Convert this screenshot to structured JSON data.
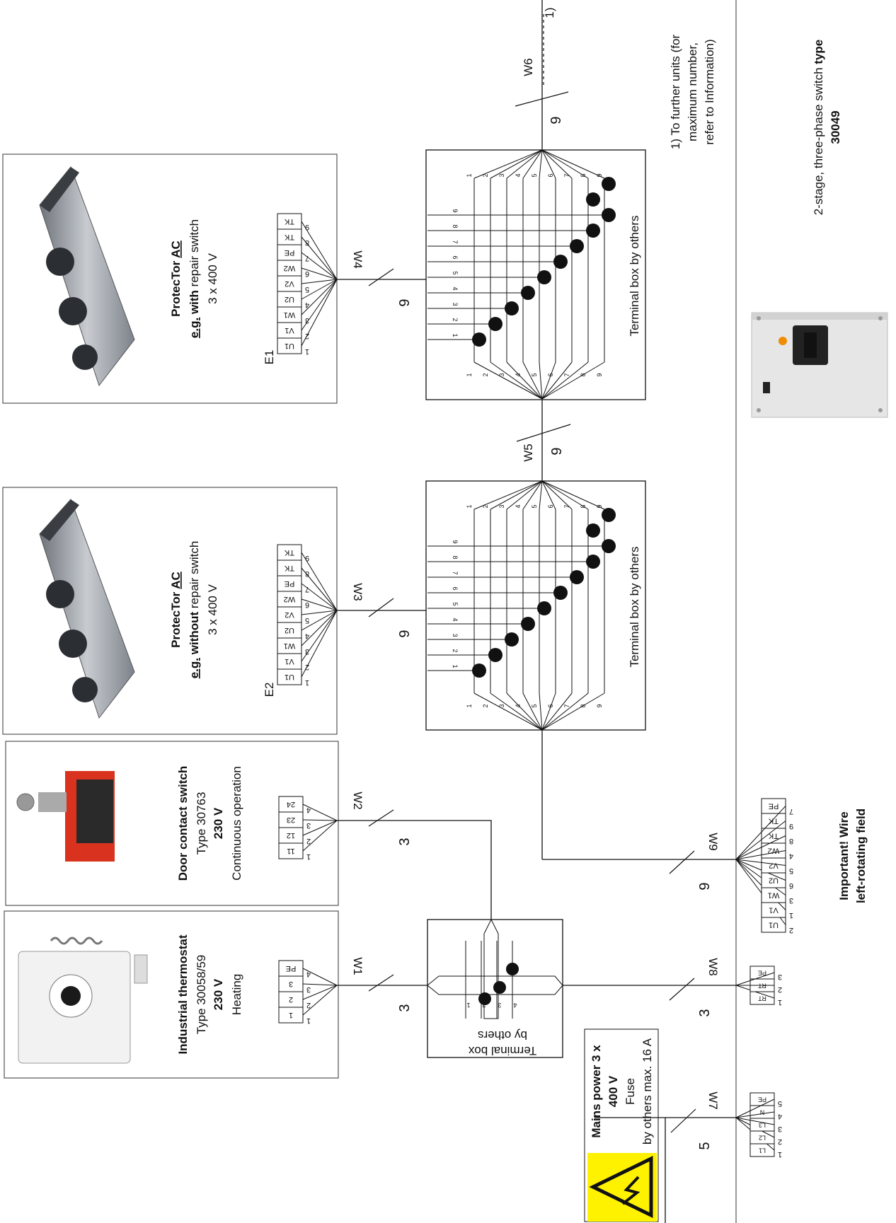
{
  "note_footnote": [
    "1) To further units (for",
    "maximum number,",
    "refer to Information)"
  ],
  "w6_continuation": "1)",
  "switch": {
    "line1_pre": "2-stage, three-phase switch ",
    "line1_bold": "type",
    "line2": "30049"
  },
  "colors": {
    "line": "#111111",
    "warning_yellow": "#fff200",
    "switch_body": "#e6e6e6",
    "knob": "#222222",
    "lamp": "#f08c00",
    "heater_body": "#9aa0a6",
    "door_red": "#d9331f",
    "thermostat_body": "#f2f2f2"
  },
  "cables": {
    "w1": {
      "label": "W1",
      "count": "3"
    },
    "w2": {
      "label": "W2",
      "count": "3"
    },
    "w3": {
      "label": "W3",
      "count": "9"
    },
    "w4": {
      "label": "W4",
      "count": "9"
    },
    "w5": {
      "label": "W5",
      "count": "9"
    },
    "w6": {
      "label": "W6",
      "count": "9"
    },
    "w7": {
      "label": "W7",
      "count": "5"
    },
    "w8": {
      "label": "W8",
      "count": "3"
    },
    "w9": {
      "label": "W9",
      "count": "9"
    }
  },
  "unit_e1": {
    "tag": "E1",
    "name_pre": "ProtecTor ",
    "name_u": "AC",
    "eg": "e.g.",
    "with_bold": " with",
    "rest": " repair switch",
    "voltage": "3 x 400 V",
    "pins": [
      "1",
      "2",
      "3",
      "4",
      "5",
      "6",
      "7",
      "8",
      "9"
    ],
    "labels": [
      "U1",
      "V1",
      "W1",
      "U2",
      "V2",
      "W2",
      "PE",
      "TK",
      "TK"
    ]
  },
  "unit_e2": {
    "tag": "E2",
    "name_pre": "ProtecTor ",
    "name_u": "AC",
    "eg": "e.g.",
    "with_bold": " without",
    "rest": " repair switch",
    "voltage": "3 x 400 V",
    "pins": [
      "1",
      "2",
      "3",
      "4",
      "5",
      "6",
      "7",
      "8",
      "9"
    ],
    "labels": [
      "U1",
      "V1",
      "W1",
      "U2",
      "V2",
      "W2",
      "PE",
      "TK",
      "TK"
    ]
  },
  "terminal_box_upper": {
    "label": "Terminal box by others",
    "nums": [
      "1",
      "2",
      "3",
      "4",
      "5",
      "6",
      "7",
      "8",
      "9"
    ]
  },
  "terminal_box_lower": {
    "label": "Terminal box by others",
    "nums": [
      "1",
      "2",
      "3",
      "4",
      "5",
      "6",
      "7",
      "8",
      "9"
    ]
  },
  "terminal_box_small": {
    "line1": "Terminal box",
    "line2": "by others",
    "nums": [
      "1",
      "2",
      "3",
      "4"
    ]
  },
  "door": {
    "title": "Door contact switch",
    "type": "Type 30763",
    "voltage": "230 V",
    "mode": "Continuous operation",
    "pins": [
      "1",
      "2",
      "3",
      "4"
    ],
    "labels": [
      "11",
      "12",
      "23",
      "24"
    ]
  },
  "thermostat": {
    "title": "Industrial thermostat",
    "type": "Type 30058/59",
    "voltage": "230 V",
    "mode": "Heating",
    "pins": [
      "1",
      "2",
      "3",
      "4"
    ],
    "labels": [
      "1",
      "2",
      "3",
      "PE"
    ]
  },
  "mains": {
    "line1": "Mains power 3 x",
    "line2": "400 V",
    "line3": "Fuse",
    "line4": "by others max. 16 A",
    "pins": [
      "1",
      "2",
      "3",
      "4",
      "5"
    ],
    "labels": [
      "L1",
      "L2",
      "L3",
      "N",
      "PE"
    ]
  },
  "switch_outputs": {
    "w8_pins": [
      "1",
      "2",
      "3"
    ],
    "w8_labels": [
      "RT",
      "RT",
      "PE"
    ],
    "w9_pins": [
      "2",
      "1",
      "3",
      "6",
      "5",
      "4",
      "8",
      "9",
      "7"
    ],
    "w9_labels": [
      "U1",
      "V1",
      "W1",
      "U2",
      "V2",
      "W2",
      "TK",
      "TK",
      "PE"
    ]
  },
  "important": {
    "line1": "Important! Wire",
    "line2": "left-rotating field"
  }
}
